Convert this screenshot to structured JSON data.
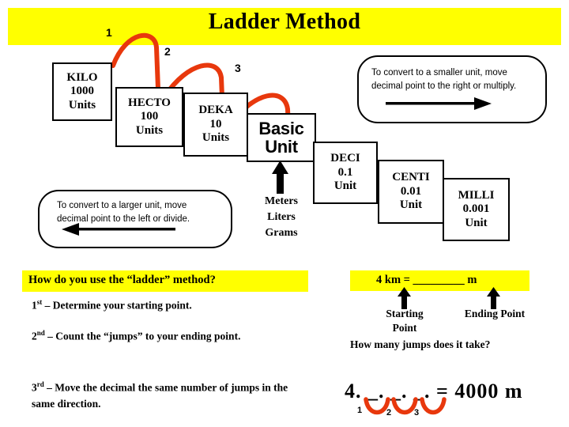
{
  "slide": {
    "title": "Ladder Method",
    "banner_color": "#ffff00",
    "arc_color": "#e8380d"
  },
  "ladder": {
    "arc_labels": [
      "1",
      "2",
      "3"
    ],
    "steps": [
      {
        "name": "KILO",
        "value": "1000",
        "unit": "Units"
      },
      {
        "name": "HECTO",
        "value": "100",
        "unit": "Units"
      },
      {
        "name": "DEKA",
        "value": "10",
        "unit": "Units"
      },
      {
        "name": "DECI",
        "value": "0.1",
        "unit": "Unit"
      },
      {
        "name": "CENTI",
        "value": "0.01",
        "unit": "Unit"
      },
      {
        "name": "MILLI",
        "value": "0.001",
        "unit": "Unit"
      }
    ],
    "basic_unit": {
      "line1": "Basic",
      "line2": "Unit",
      "examples": [
        "Meters",
        "Liters",
        "Grams"
      ]
    }
  },
  "callouts": {
    "smaller": {
      "line1": "To convert to a smaller unit, move",
      "line2": "decimal  point to the right or multiply.",
      "arrow": "arrow-right"
    },
    "larger": {
      "line1": "To convert to a larger unit, move",
      "line2": "decimal  point to the left or divide.",
      "arrow": "arrow-left"
    }
  },
  "instructions": {
    "heading": "How do you use the “ladder” method?",
    "steps": [
      {
        "ordinal": "1",
        "sup": "st",
        "text": " – Determine your starting point."
      },
      {
        "ordinal": "2",
        "sup": "nd",
        "text": " – Count the “jumps” to your ending point."
      },
      {
        "ordinal": "3",
        "sup": "rd",
        "text": " – Move the decimal the same number of jumps in the same direction."
      }
    ]
  },
  "example": {
    "equation": "4 km = _________ m",
    "starting_label": "Starting\nPoint",
    "ending_label": "Ending Point",
    "question": "How many jumps does it take?",
    "answer": "4.  _.  _.  _.  = 4000 m",
    "jump_labels": [
      "1",
      "2",
      "3"
    ]
  }
}
